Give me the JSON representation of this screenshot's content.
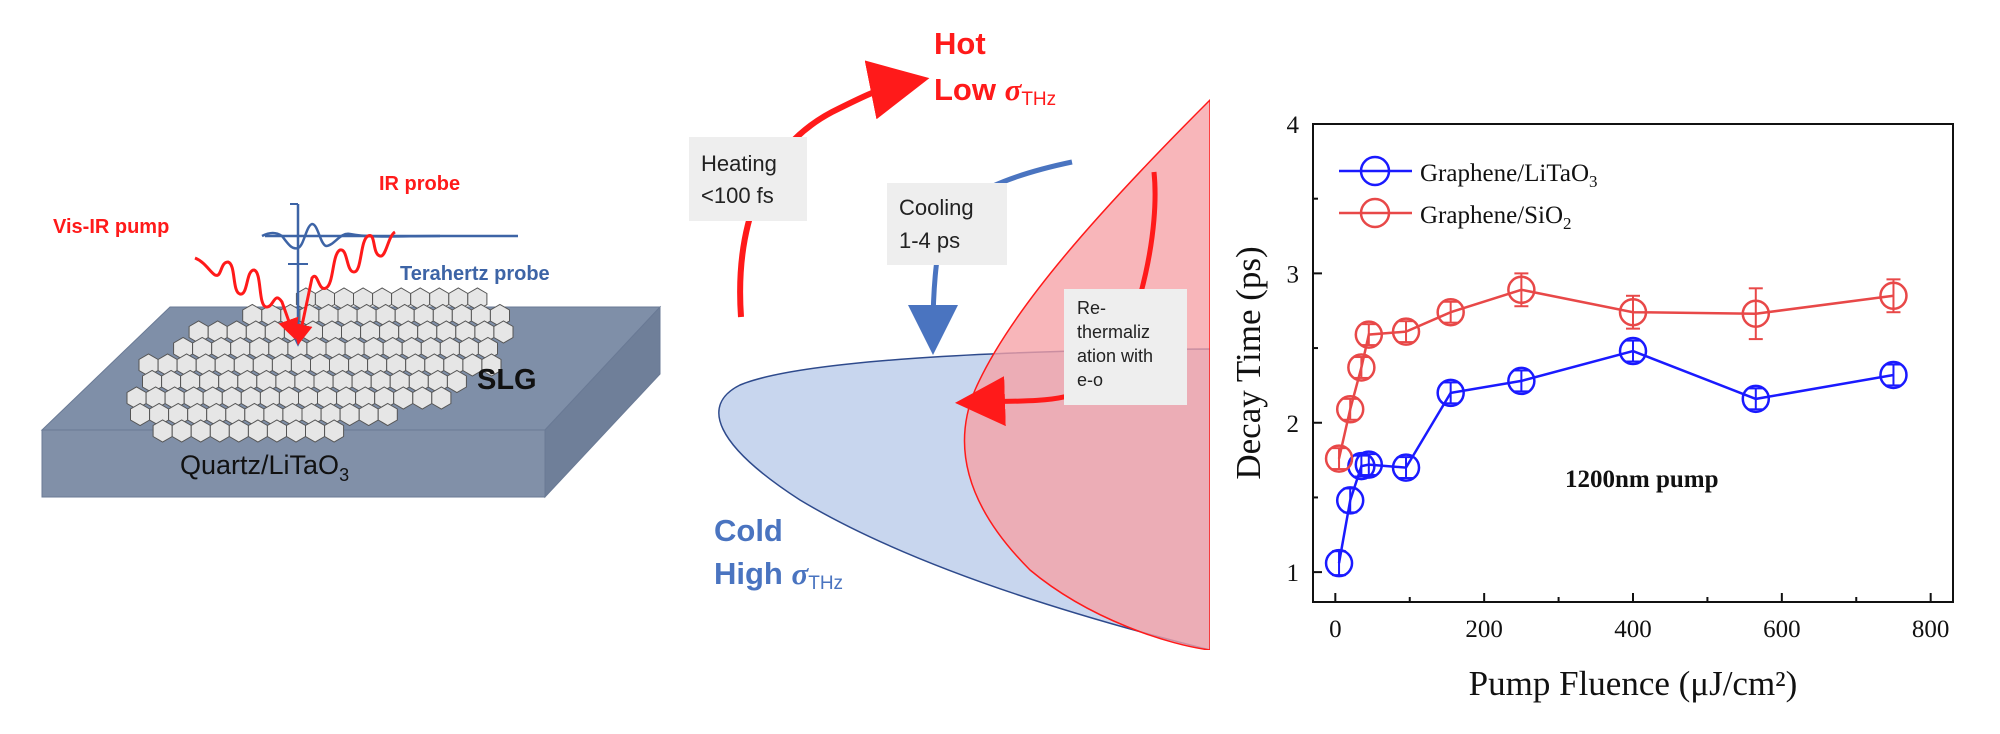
{
  "left_panel": {
    "vis_ir_pump": "Vis-IR pump",
    "ir_probe": "IR probe",
    "terahertz_probe": "Terahertz probe",
    "slg": "SLG",
    "substrate_base": "Quartz/LiTaO",
    "substrate_sub": "3",
    "colors": {
      "red": "#ff1a1a",
      "blue": "#3d64a6",
      "slab_top": "#7f8fa8",
      "slab_front": "#8190a8",
      "slab_side": "#6f7f99"
    }
  },
  "middle_panel": {
    "hot_line1": "Hot",
    "hot_line2_prefix": "Low ",
    "cold_line1": "Cold",
    "cold_line2_prefix": "High ",
    "sigma_symbol": "σ",
    "thz_subscript": "THz",
    "heating_box": [
      "Heating",
      "<100 fs"
    ],
    "cooling_box": [
      "Cooling",
      "1-4 ps"
    ],
    "retherm_box": [
      "Re-",
      "thermaliz",
      "ation with",
      "e-o"
    ],
    "colors": {
      "hot": "#ff1a1a",
      "cold": "#4a74c0",
      "hot_fill": "#f6a2a6",
      "cold_fill": "#c8d6ee",
      "overlap_fill": "#d99aa8"
    }
  },
  "chart_data": {
    "type": "scatter",
    "xlabel": "Pump Fluence (μJ/cm²)",
    "ylabel": "Decay Time (ps)",
    "xlim": [
      -30,
      830
    ],
    "ylim": [
      0.8,
      4.0
    ],
    "xticks": [
      "0",
      "200",
      "400",
      "600",
      "800"
    ],
    "xtick_values": [
      0,
      200,
      400,
      600,
      800
    ],
    "yticks": [
      "1",
      "2",
      "3",
      "4"
    ],
    "ytick_values": [
      1,
      2,
      3,
      4
    ],
    "annotation": "1200nm pump",
    "legend_placement": "top-left",
    "series": [
      {
        "name": "Graphene/LiTaO₃",
        "legend_base": "Graphene/LiTaO",
        "legend_sub": "3",
        "color": "#1a1aff",
        "x": [
          5,
          20,
          35,
          45,
          95,
          155,
          250,
          400,
          565,
          750
        ],
        "y": [
          1.06,
          1.48,
          1.71,
          1.72,
          1.7,
          2.2,
          2.28,
          2.48,
          2.16,
          2.32
        ],
        "err": [
          0.08,
          0.08,
          0.07,
          0.07,
          0.07,
          0.07,
          0.07,
          0.07,
          0.07,
          0.07
        ]
      },
      {
        "name": "Graphene/SiO₂",
        "legend_base": "Graphene/SiO",
        "legend_sub": "2",
        "color": "#e84848",
        "x": [
          5,
          20,
          35,
          45,
          95,
          155,
          250,
          400,
          565,
          750
        ],
        "y": [
          1.76,
          2.09,
          2.37,
          2.59,
          2.61,
          2.74,
          2.89,
          2.74,
          2.73,
          2.85
        ],
        "err": [
          0.07,
          0.07,
          0.07,
          0.07,
          0.07,
          0.07,
          0.11,
          0.11,
          0.17,
          0.11
        ]
      }
    ]
  }
}
